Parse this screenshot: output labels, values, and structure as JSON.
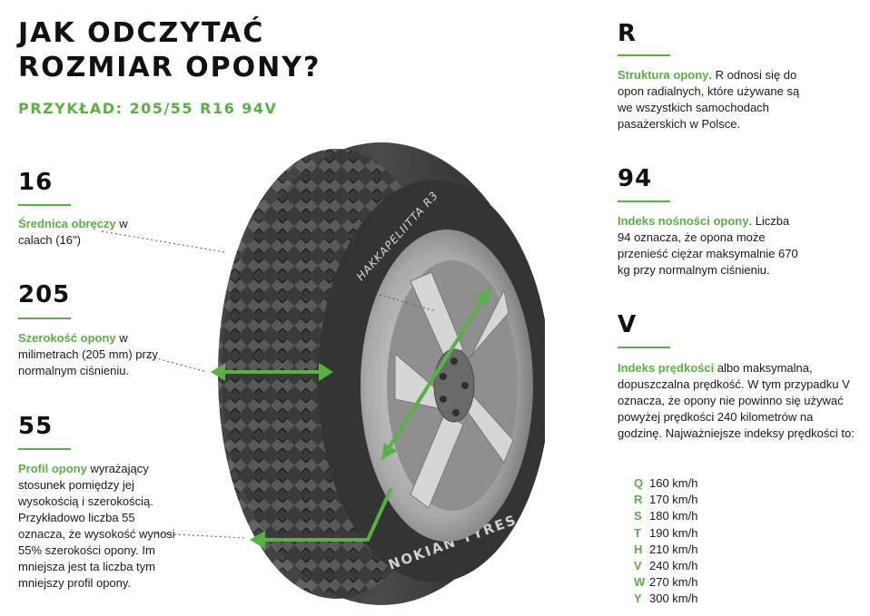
{
  "title": {
    "line1": "JAK ODCZYTAĆ",
    "line2": "ROZMIAR OPONY?"
  },
  "subtitle": "PRZYKŁAD: 205/55 R16 94V",
  "left": [
    {
      "code": "16",
      "highlight": "Średnica obręczy",
      "rest": " w calach (16\")"
    },
    {
      "code": "205",
      "highlight": "Szerokość opony",
      "rest": " w milimetrach (205 mm) przy normalnym ciśnieniu."
    },
    {
      "code": "55",
      "highlight": "Profil opony",
      "rest": " wyrażający stosunek pomiędzy jej wysokością i szerokością. Przykładowo liczba 55 oznacza, że wysokość wynosi 55% szerokości opony. Im mniejsza jest ta liczba tym mniejszy profil opony."
    }
  ],
  "right": [
    {
      "code": "R",
      "highlight": "Struktura opony",
      "rest": ". R odnosi się do opon radialnych, które używane są we wszystkich samochodach pasażerskich w Polsce."
    },
    {
      "code": "94",
      "highlight": "Indeks nośności opony",
      "rest": ". Liczba 94 oznacza, że opona może przenieść ciężar maksymalnie 670 kg przy normalnym ciśnieniu."
    },
    {
      "code": "V",
      "highlight": "Indeks prędkości",
      "rest": " albo maksymalna, dopuszczalna prędkość. W tym przypadku V oznacza, że opony nie powinno się używać powyżej prędkości 240 kilometrów na godzinę. Najważniejsze indeksy prędkości to:"
    }
  ],
  "speed_index": [
    {
      "letter": "Q",
      "value": "160 km/h"
    },
    {
      "letter": "R",
      "value": "170 km/h"
    },
    {
      "letter": "S",
      "value": "180 km/h"
    },
    {
      "letter": "T",
      "value": "190 km/h"
    },
    {
      "letter": "H",
      "value": "210 km/h"
    },
    {
      "letter": "V",
      "value": "240 km/h"
    },
    {
      "letter": "W",
      "value": "270 km/h"
    },
    {
      "letter": "Y",
      "value": "300 km/h"
    }
  ],
  "tire_sidewall_text": "NOKIAN TYRES",
  "tire_model_text": "HAKKAPELIITTA R3",
  "colors": {
    "accent": "#5aaf45",
    "text": "#1a1a1a",
    "tire": "#2b2b2b"
  }
}
